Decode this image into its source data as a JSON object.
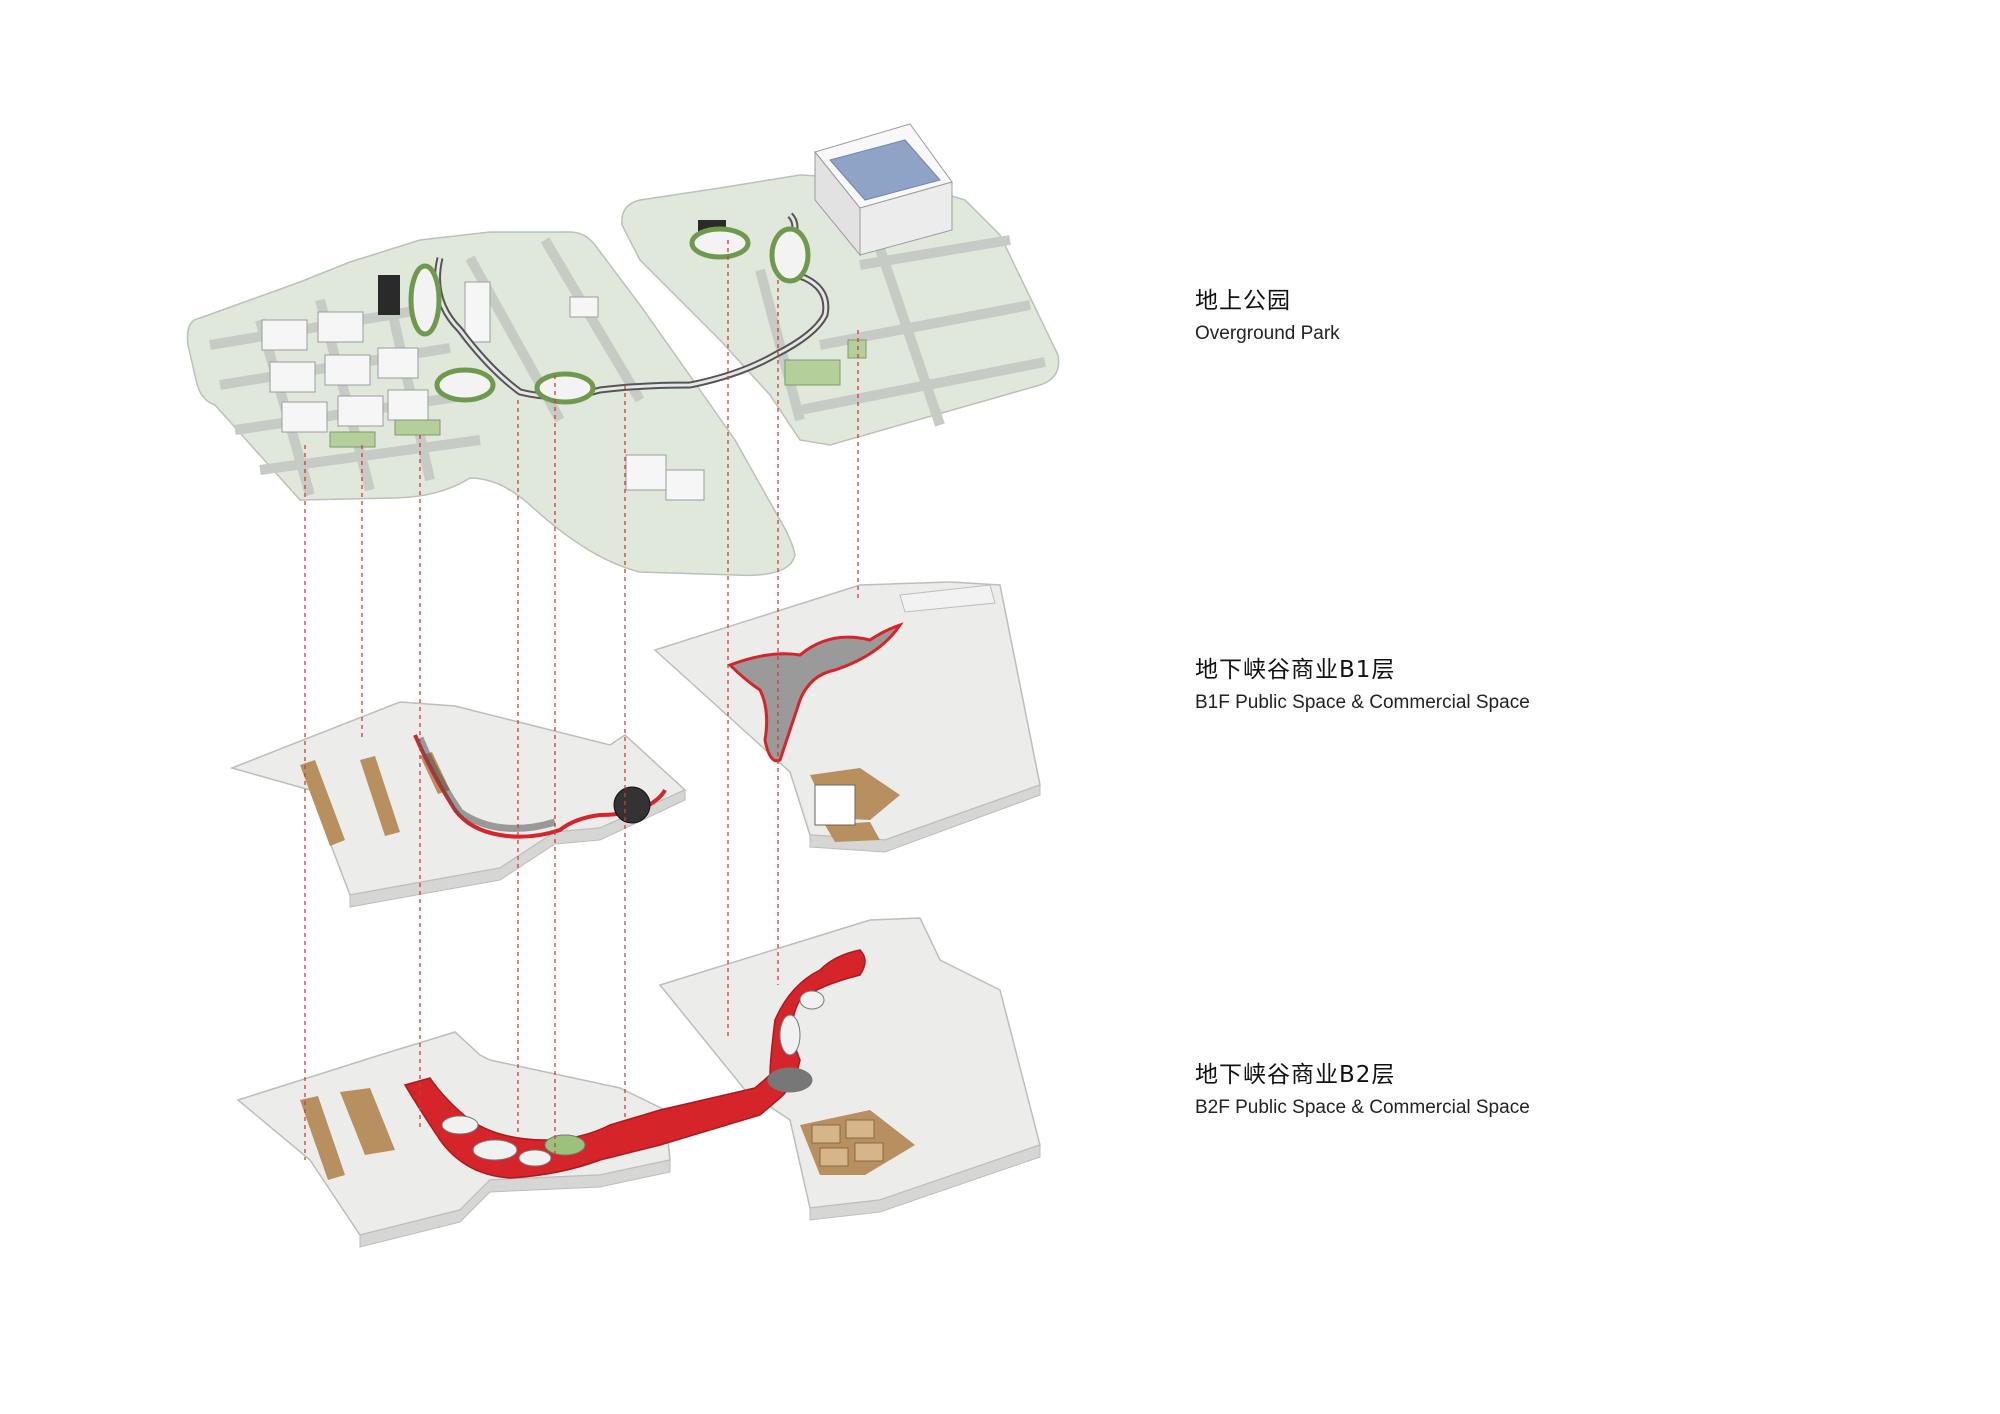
{
  "layers": [
    {
      "title_zh": "地上公园",
      "title_en": "Overground Park"
    },
    {
      "title_zh": "地下峡谷商业B1层",
      "title_en": "B1F Public Space & Commercial Space"
    },
    {
      "title_zh": "地下峡谷商业B2层",
      "title_en": "B2F Public Space & Commercial Space"
    }
  ],
  "colors": {
    "park_green": "#dfe8db",
    "path_grey": "#c9cdc8",
    "slab_light": "#ececea",
    "slab_edge": "#bdbdbb",
    "wood": "#b88f5e",
    "canyon_red": "#d5252a",
    "guide_red": "#d23a3a",
    "building_white": "#f6f6f6"
  }
}
